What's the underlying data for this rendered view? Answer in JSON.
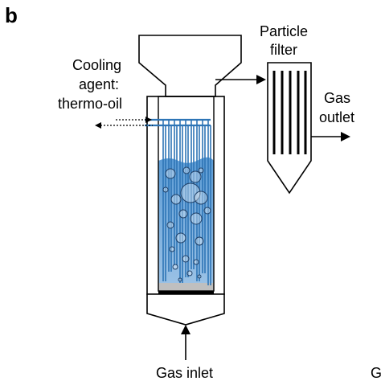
{
  "panel_letter": "b",
  "labels": {
    "cooling_line1": "Cooling",
    "cooling_line2": "agent:",
    "cooling_line3": "thermo-oil",
    "filter_line1": "Particle",
    "filter_line2": "filter",
    "outlet_line1": "Gas",
    "outlet_line2": "outlet",
    "inlet": "Gas inlet",
    "edge_fragment": "G"
  },
  "colors": {
    "liquid": "#5b9bd5",
    "liquid_light": "#9dc3e6",
    "tube": "#2e75b6",
    "outline": "#000000",
    "sediment": "#bfbfbf"
  }
}
